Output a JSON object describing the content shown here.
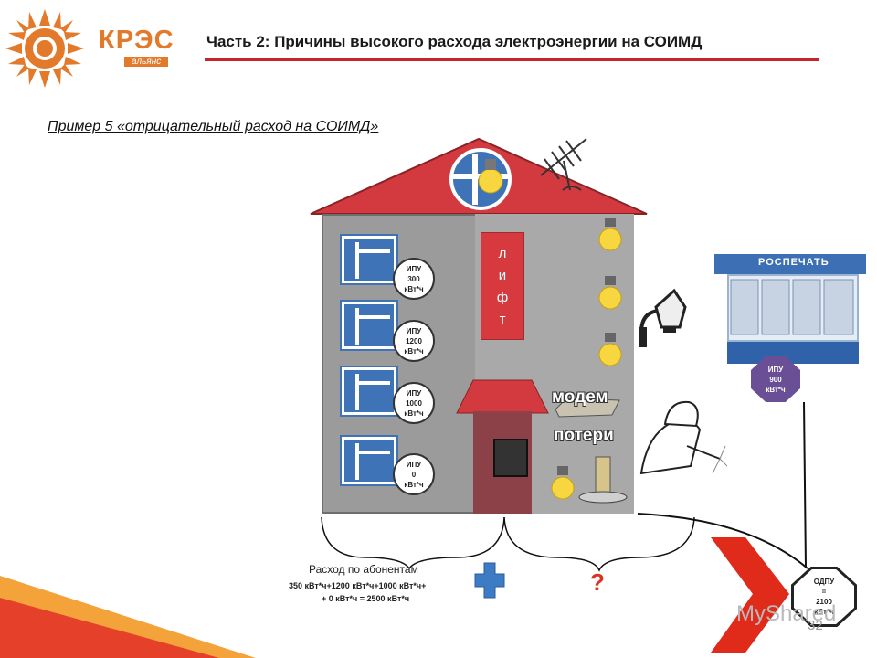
{
  "header": {
    "title": "Часть 2: Причины высокого расхода электроэнергии на СОИМД",
    "brand_name": "КРЭС",
    "brand_sub": "альянс",
    "accent_color": "#c8252b",
    "brand_color": "#e37a2b"
  },
  "example_title": "Пример  5 «отрицательный  расход на СОИМД»",
  "apartments": [
    {
      "label": "ИПУ",
      "value": "300",
      "unit": "кВт*ч"
    },
    {
      "label": "ИПУ",
      "value": "1200",
      "unit": "кВт*ч"
    },
    {
      "label": "ИПУ",
      "value": "1000",
      "unit": "кВт*ч"
    },
    {
      "label": "ИПУ",
      "value": "0",
      "unit": "кВт*ч"
    }
  ],
  "lift_letters": [
    "л",
    "и",
    "ф",
    "т"
  ],
  "modem_label": "модем",
  "losses_label": "потери",
  "kiosk": {
    "sign": "РОСПЕЧАТЬ",
    "meter": {
      "label": "ИПУ",
      "value": "900",
      "unit": "кВт*ч"
    }
  },
  "odpu": {
    "label": "ОДПУ",
    "eq": "=",
    "value": "2100",
    "unit": "кВт*ч"
  },
  "summary": {
    "title": "Расход по абонентам",
    "line1": "350 кВт*ч+1200 кВт*ч+1000 кВт*ч+",
    "line2": "+ 0 кВт*ч = 2500 кВт*ч"
  },
  "question_mark": "?",
  "page_number": "32",
  "watermark": "MyShared"
}
